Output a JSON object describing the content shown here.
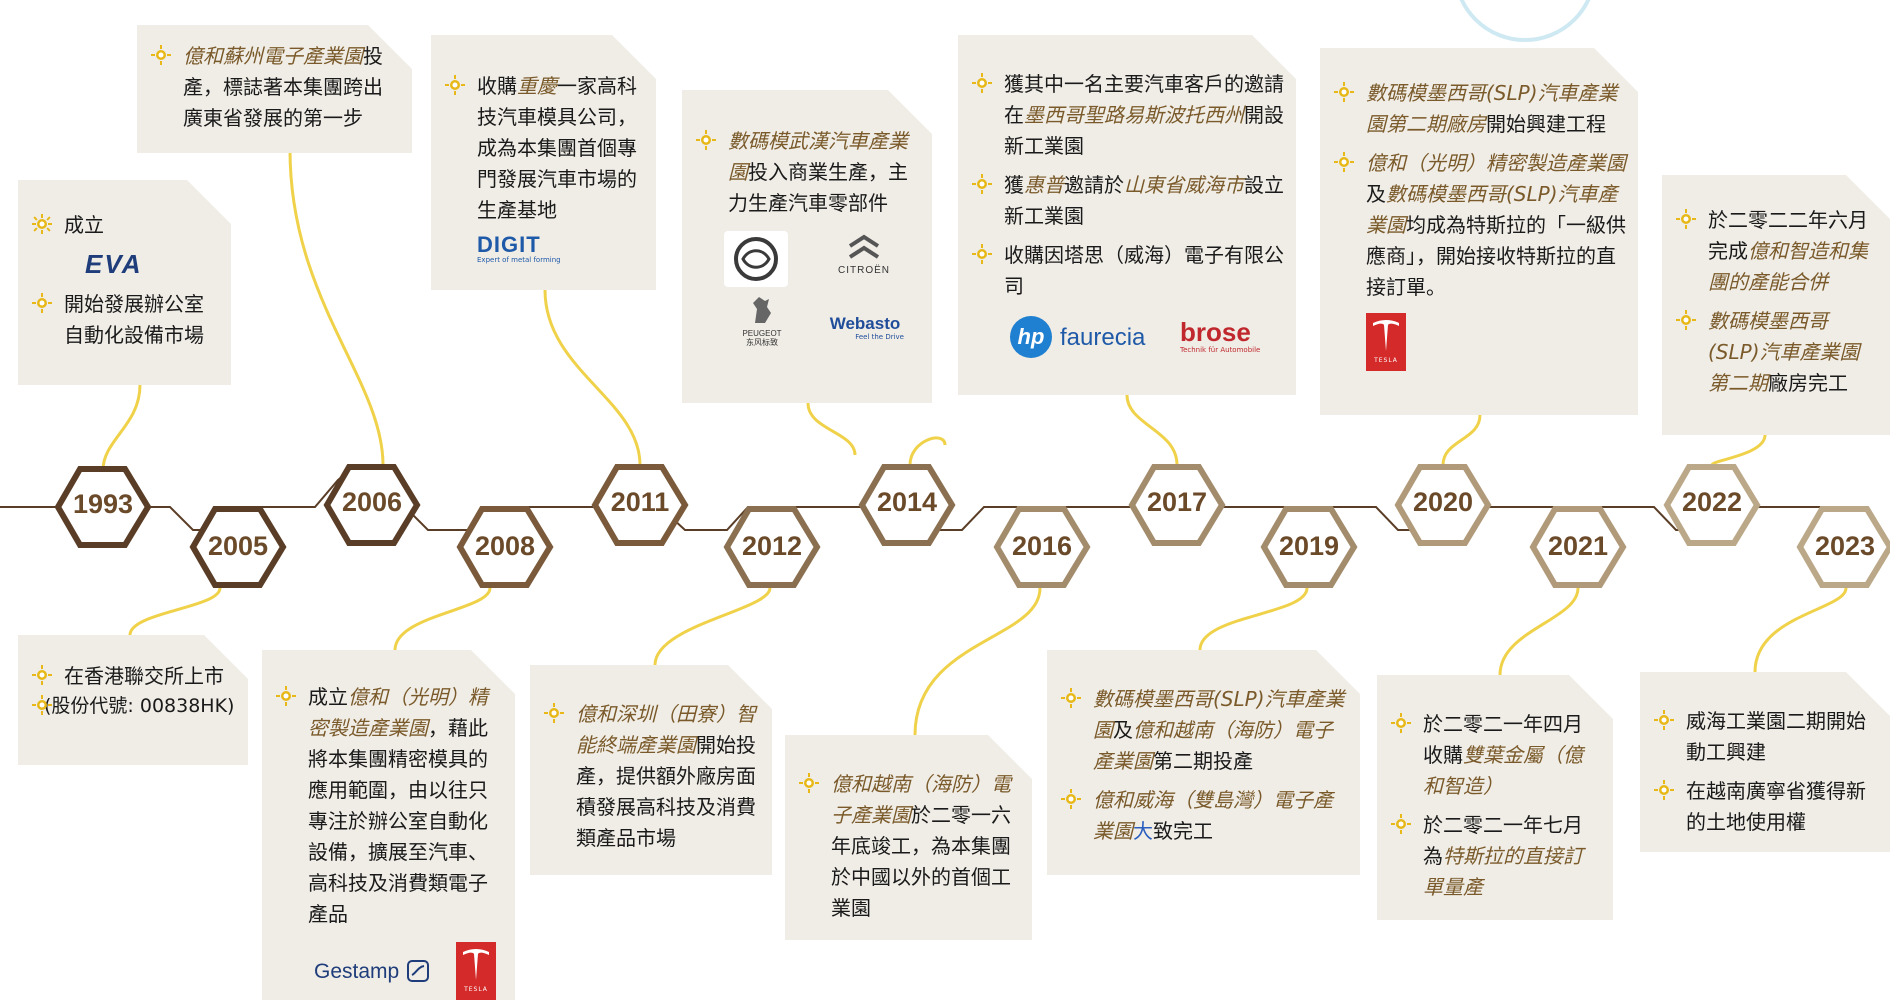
{
  "years": [
    "1993",
    "2005",
    "2006",
    "2008",
    "2011",
    "2012",
    "2014",
    "2016",
    "2017",
    "2019",
    "2020",
    "2021",
    "2022",
    "2023"
  ],
  "colors": {
    "hex_dark": "#5a3d26",
    "hex_mid": "#a38c6c",
    "connector": "#f0d24a",
    "card_bg": "#f0ede7",
    "accent_text": "#7a5a2a",
    "sun": "#e7b817"
  },
  "cards": {
    "c1993": {
      "p1": "成立",
      "p2": "開始發展辦公室自動化設備市場",
      "logo": "EVA"
    },
    "c2005": {
      "p1": "在香港聯交所上市",
      "p2": "(股份代號: 00838HK)"
    },
    "c2006": {
      "p1_em": "億和蘇州電子產業園",
      "p1_rest": "投產，標誌著本集團跨出廣東省發展的第一步"
    },
    "c2008": {
      "p1_pre": "成立",
      "p1_em": "億和（光明）精密製造產業園",
      "p1_rest": "，藉此將本集團精密模具的應用範圍，由以往只專注於辦公室自動化設備，擴展至汽車、高科技及消費類電子產品",
      "logo1": "Gestamp",
      "logo2": "TESLA"
    },
    "c2011": {
      "p1_pre": "收購",
      "p1_em": "重慶",
      "p1_rest": "一家高科技汽車模具公司，成為本集團首個專門發展汽車市場的生產基地",
      "logo": "DIGIT",
      "logo_sub": "Expert of metal forming"
    },
    "c2012a": {
      "p1_em": "億和深圳（田寮）智能終端產業園",
      "p1_rest": "開始投產，提供額外廠房面積發展高科技及消費類產品市場"
    },
    "c2012b": {
      "p1_em": "數碼模武漢汽車產業園",
      "p1_rest": "投入商業生產，主力生產汽車零部件",
      "logo1": "東風",
      "logo2": "CITROËN",
      "logo3": "PEUGEOT",
      "logo3_sub": "东风标致",
      "logo4": "Webasto",
      "logo4_sub": "Feel the Drive"
    },
    "c2016": {
      "p1_em": "億和越南（海防）電子產業園",
      "p1_rest": "於二零一六年底竣工，為本集團於中國以外的首個工業園"
    },
    "c2017": {
      "p1_pre": "獲其中一名主要汽車客戶的邀請在",
      "p1_em": "墨西哥聖路易斯波托西州",
      "p1_rest": "開設新工業園",
      "p2_pre": "獲",
      "p2_em1": "惠普",
      "p2_mid": "邀請於",
      "p2_em2": "山東省威海市",
      "p2_rest": "設立新工業園",
      "p3": "收購因塔思（威海）電子有限公司",
      "logo1": "hp",
      "logo2": "faurecia",
      "logo3": "brose",
      "logo3_sub": "Technik für Automobile"
    },
    "c2019": {
      "p1_em1": "數碼模墨西哥(SLP)汽車產業園",
      "p1_mid": "及",
      "p1_em2": "億和越南（海防）電子產業園",
      "p1_rest": "第二期投產",
      "p2_em": "億和威海（雙島灣）電子產業園",
      "p2_blue": "大",
      "p2_rest": "致完工"
    },
    "c2020": {
      "p1_em": "數碼模墨西哥(SLP)汽車產業園第二期廠房",
      "p1_rest": "開始興建工程",
      "p2_em1": "億和（光明）精密製造產業園",
      "p2_mid": "及",
      "p2_em2": "數碼模墨西哥(SLP)汽車產業園",
      "p2_rest": "均成為特斯拉的「一級供應商」，開始接收特斯拉的直接訂單。",
      "logo": "TESLA"
    },
    "c2021": {
      "p1_pre": "於二零二一年四月收購",
      "p1_em": "雙葉金屬（億和智造）",
      "p2_pre": "於二零二一年七月為",
      "p2_em": "特斯拉的直接訂單量產"
    },
    "c2022": {
      "p1_pre": "於二零二二年六月完成",
      "p1_em": "億和智造和集團的產能合併",
      "p2_em": "數碼模墨西哥(SLP)汽車產業園第二期",
      "p2_rest": "廠房完工"
    },
    "c2023": {
      "p1": "威海工業園二期開始動工興建",
      "p2": "在越南廣寧省獲得新的土地使用權"
    }
  }
}
